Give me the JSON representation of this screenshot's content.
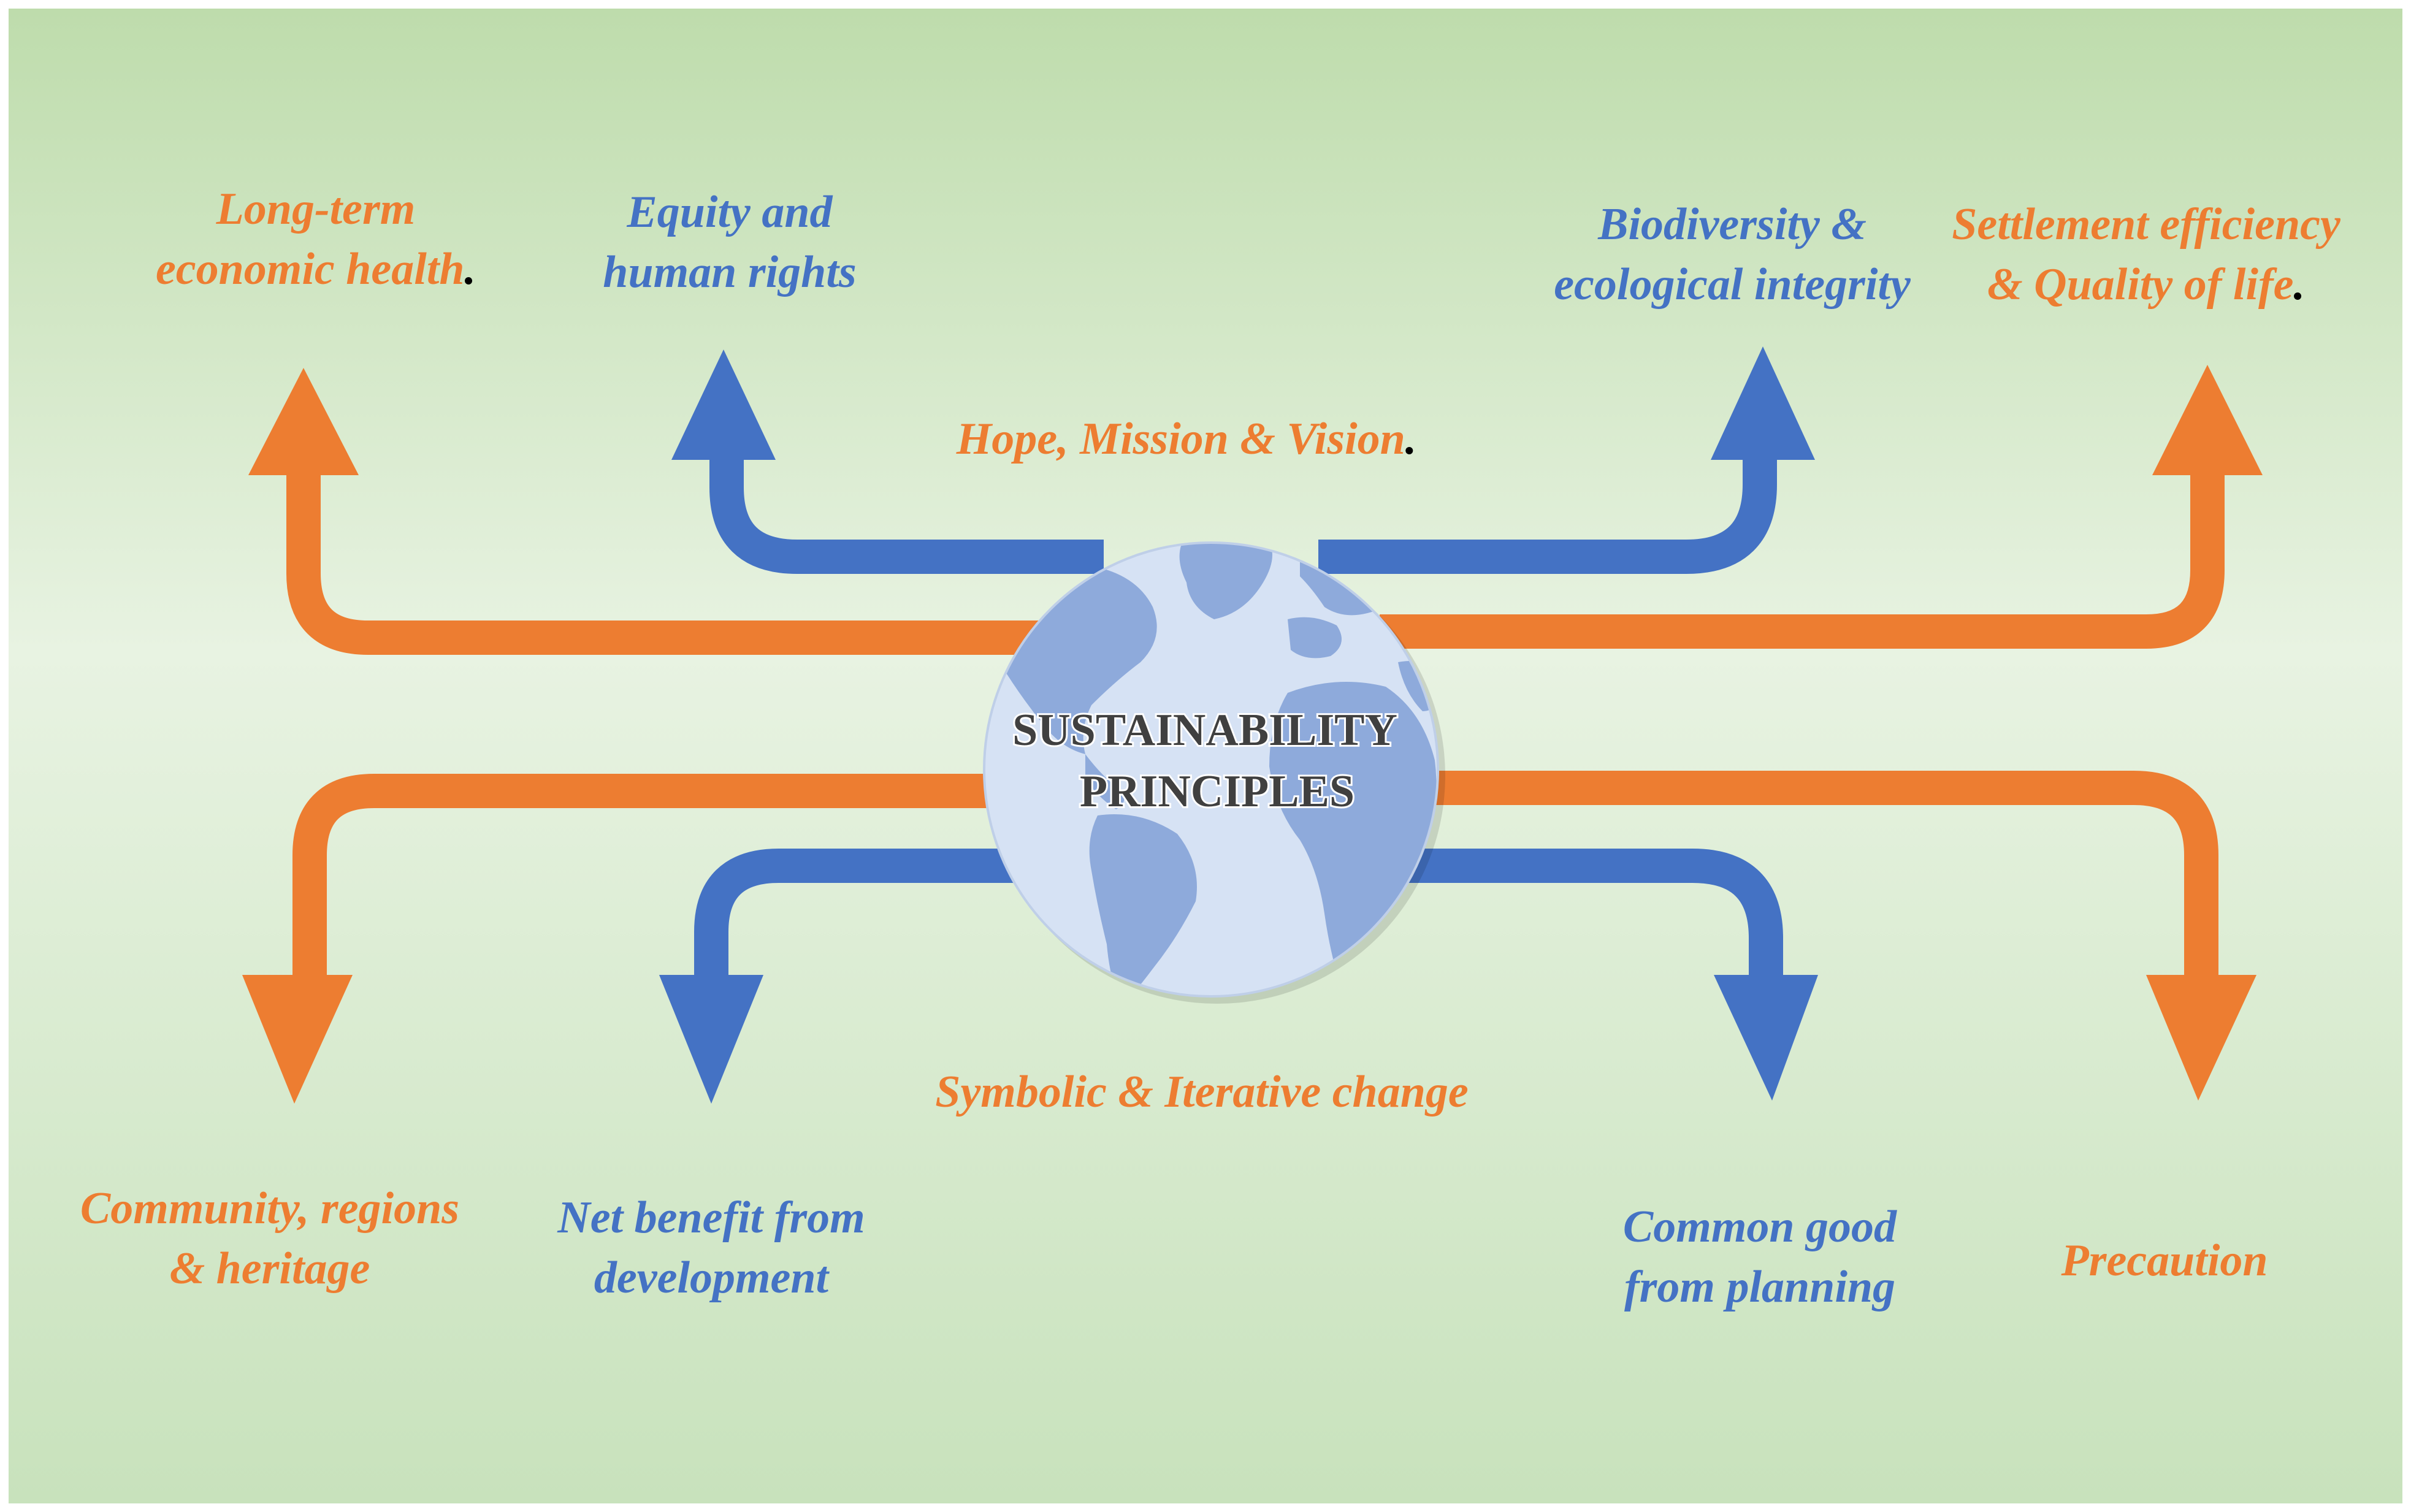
{
  "title": "SUSTAINABILITY PRINCIPLES",
  "title_lines": [
    "SUSTAINABILITY",
    "PRINCIPLES"
  ],
  "colors": {
    "orange": "#ED7D31",
    "blue": "#4472C4",
    "background": "#C8E2BC",
    "background_center": "#E8F3E2",
    "globe_ocean": "#D6E2F4",
    "globe_land": "#8EAADB",
    "title_text": "#404040"
  },
  "principles": {
    "long_term": {
      "lines": [
        "Long-term",
        "economic health"
      ],
      "trailing": ".",
      "color": "orange"
    },
    "equity": {
      "lines": [
        "Equity and",
        "human rights"
      ],
      "trailing": "",
      "color": "blue"
    },
    "biodiversity": {
      "lines": [
        "Biodiversity &",
        "ecological integrity"
      ],
      "trailing": "",
      "color": "blue"
    },
    "settlement": {
      "lines": [
        "Settlement efficiency",
        "& Quality of life"
      ],
      "trailing": ".",
      "color": "orange"
    },
    "hope": {
      "lines": [
        "Hope, Mission & Vision"
      ],
      "trailing": ".",
      "color": "orange"
    },
    "symbolic": {
      "lines": [
        "Symbolic & Iterative change"
      ],
      "trailing": "",
      "color": "orange"
    },
    "community": {
      "lines": [
        "Community, regions",
        "&  heritage"
      ],
      "trailing": "",
      "color": "orange"
    },
    "net_benefit": {
      "lines": [
        "Net benefit from",
        "development"
      ],
      "trailing": "",
      "color": "blue"
    },
    "common_good": {
      "lines": [
        "Common good",
        "from planning"
      ],
      "trailing": "",
      "color": "blue"
    },
    "precaution": {
      "lines": [
        "Precaution"
      ],
      "trailing": "",
      "color": "orange"
    }
  }
}
